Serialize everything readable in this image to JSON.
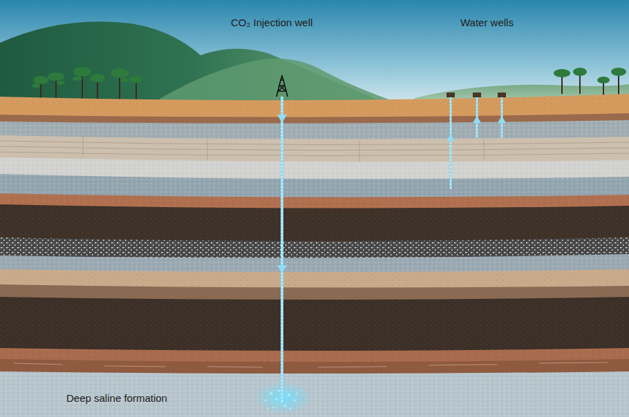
{
  "diagram": {
    "labels": [
      "CO₂ Injection well",
      "Water wells",
      "Deep saline formation"
    ]
  }
}
